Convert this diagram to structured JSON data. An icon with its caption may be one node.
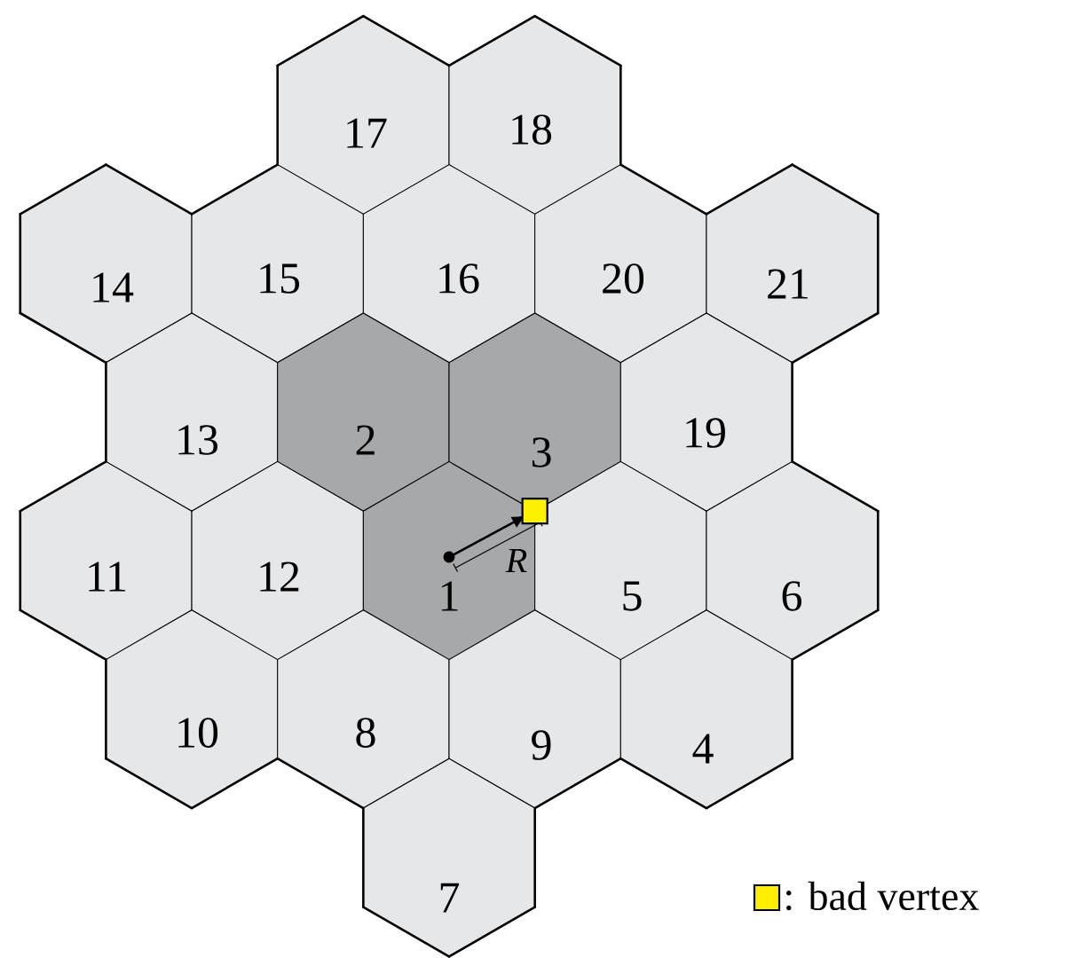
{
  "diagram": {
    "nodes": [
      {
        "text": [
          "17"
        ]
      },
      {
        "text": [
          "18"
        ]
      },
      {
        "text": [
          "14"
        ]
      },
      {
        "text": [
          "15"
        ]
      },
      {
        "text": [
          "16"
        ]
      },
      {
        "text": [
          "20"
        ]
      },
      {
        "text": [
          "21"
        ]
      },
      {
        "text": [
          "13"
        ]
      },
      {
        "text": [
          "2"
        ]
      },
      {
        "text": [
          "3"
        ]
      },
      {
        "text": [
          "19"
        ]
      },
      {
        "text": [
          "11"
        ]
      },
      {
        "text": [
          "12"
        ]
      },
      {
        "text": [
          "1"
        ]
      },
      {
        "text": [
          "5"
        ]
      },
      {
        "text": [
          "6"
        ]
      },
      {
        "text": [
          "10"
        ]
      },
      {
        "text": [
          "8"
        ]
      },
      {
        "text": [
          "9"
        ]
      },
      {
        "text": [
          "4"
        ]
      },
      {
        "text": [
          "7"
        ]
      }
    ],
    "labels": [
      "R"
    ],
    "legend": [
      {
        "text": ": bad vertex",
        "color": "#ffee00"
      }
    ]
  }
}
